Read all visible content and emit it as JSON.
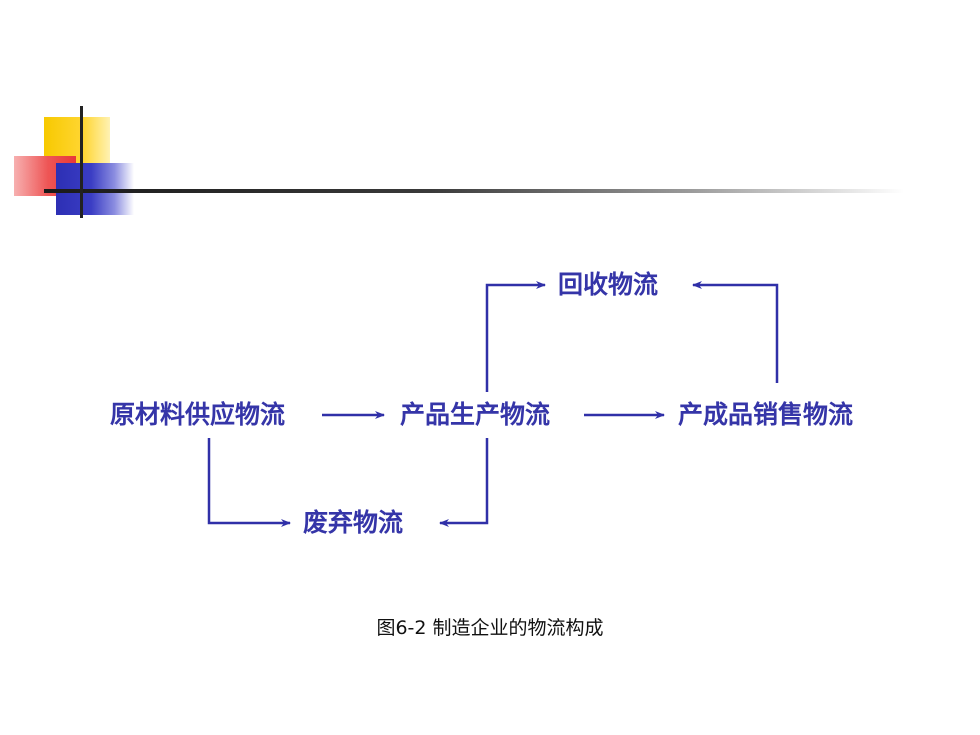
{
  "diagram": {
    "nodes": {
      "recycle": "回收物流",
      "supply": "原材料供应物流",
      "production": "产品生产物流",
      "sales": "产成品销售物流",
      "waste": "废弃物流"
    },
    "caption": "图6-2 制造企业的物流构成",
    "colors": {
      "arrow": "#3030a8",
      "node_text": "#3535a8"
    }
  }
}
